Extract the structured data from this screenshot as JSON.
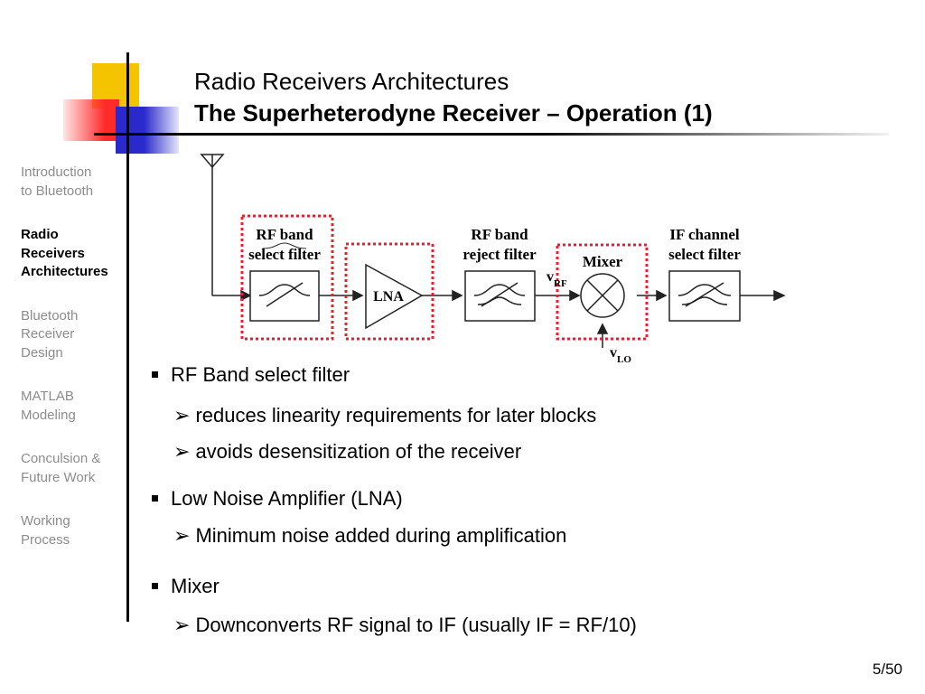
{
  "header": {
    "title": "Radio Receivers Architectures",
    "subtitle": "The Superheterodyne Receiver – Operation (1)"
  },
  "sidebar": {
    "items": [
      {
        "lines": [
          "Introduction",
          "to Bluetooth"
        ],
        "active": false
      },
      {
        "lines": [
          "Radio",
          "Receivers",
          "Architectures"
        ],
        "active": true
      },
      {
        "lines": [
          "Bluetooth",
          "Receiver",
          "Design"
        ],
        "active": false
      },
      {
        "lines": [
          "MATLAB",
          "Modeling"
        ],
        "active": false
      },
      {
        "lines": [
          "Conculsion &",
          "Future Work"
        ],
        "active": false
      },
      {
        "lines": [
          "Working",
          "Process"
        ],
        "active": false
      }
    ]
  },
  "diagram": {
    "blocks": {
      "rf_select": {
        "label1": "RF band",
        "label2": "select filter"
      },
      "lna": {
        "label": "LNA"
      },
      "rf_reject": {
        "label1": "RF band",
        "label2": "reject filter"
      },
      "mixer": {
        "label": "Mixer"
      },
      "if_select": {
        "label1": "IF channel",
        "label2": "select filter"
      }
    },
    "signals": {
      "vrf": "v",
      "vrf_sub": "RF",
      "vlo": "v",
      "vlo_sub": "LO"
    },
    "highlight_color": "#e8202a"
  },
  "content": {
    "bullets": [
      {
        "text": "RF Band select filter",
        "subs": [
          "reduces linearity requirements for later blocks",
          "avoids desensitization of the receiver"
        ]
      },
      {
        "text": "Low Noise Amplifier (LNA)",
        "subs": [
          "Minimum noise added during amplification"
        ]
      },
      {
        "text": "Mixer",
        "subs": [
          "Downconverts RF signal to IF (usually IF = RF/10)"
        ]
      }
    ],
    "sub_marker": "➢"
  },
  "footer": {
    "page_number": "5/50"
  }
}
